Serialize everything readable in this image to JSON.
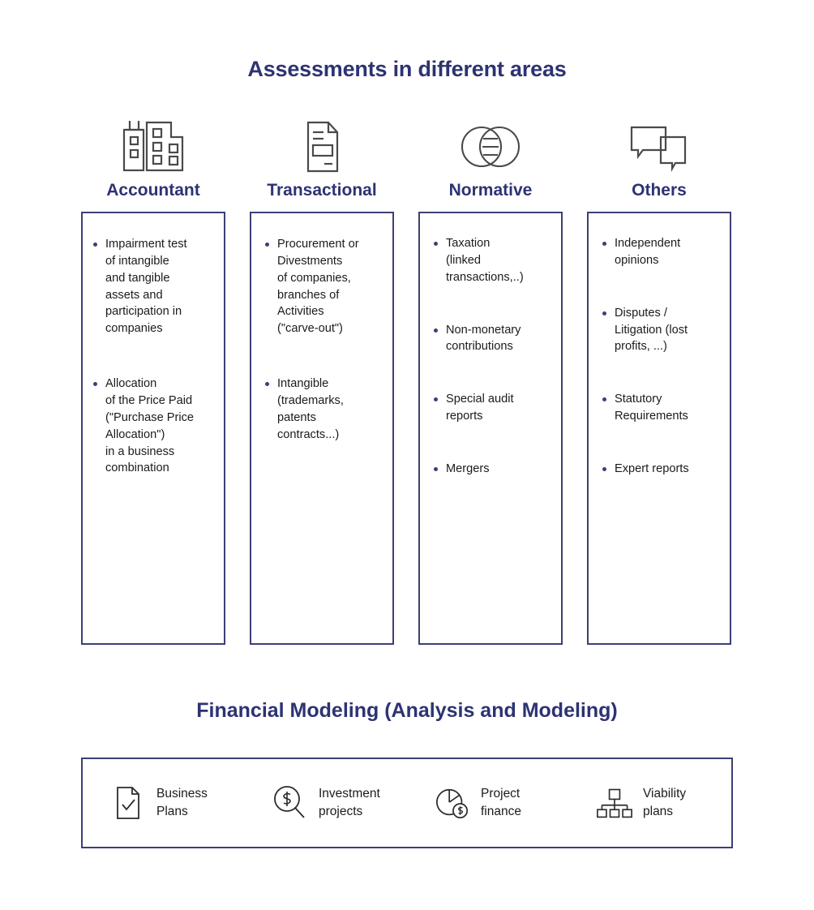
{
  "header": {
    "title": "Assessments in different areas"
  },
  "colors": {
    "accent_navy": "#2d3372",
    "border_navy": "#3c3f76",
    "icon_gray": "#4a4a4a",
    "text_dark": "#1b1b1b",
    "background": "#ffffff"
  },
  "columns": [
    {
      "id": "accountant",
      "title": "Accountant",
      "icon": "office-buildings-icon",
      "bullets": [
        "Impairment test\nof intangible\nand tangible\nassets and\nparticipation in\ncompanies",
        "Allocation\nof the Price Paid\n(\"Purchase Price\nAllocation\")\nin a business\ncombination"
      ]
    },
    {
      "id": "transactional",
      "title": "Transactional",
      "icon": "document-icon",
      "bullets": [
        "Procurement or\nDivestments\nof companies,\nbranches of\nActivities\n(\"carve-out\")",
        "Intangible\n(trademarks,\npatents\ncontracts...)"
      ]
    },
    {
      "id": "normative",
      "title": "Normative",
      "icon": "venn-diagram-icon",
      "bullets": [
        "Taxation\n(linked\ntransactions,..)",
        "Non-monetary\ncontributions",
        "Special audit\nreports",
        "Mergers"
      ]
    },
    {
      "id": "others",
      "title": "Others",
      "icon": "speech-bubbles-icon",
      "bullets": [
        "Independent\nopinions",
        "Disputes /\nLitigation (lost\nprofits, ...)",
        "Statutory\nRequirements",
        "Expert reports"
      ]
    }
  ],
  "bottom_section": {
    "title": "Financial Modeling (Analysis and Modeling)",
    "items": [
      {
        "id": "business-plans",
        "icon": "document-check-icon",
        "label": "Business\nPlans"
      },
      {
        "id": "investment-projects",
        "icon": "magnifier-dollar-icon",
        "label": "Investment\nprojects"
      },
      {
        "id": "project-finance",
        "icon": "pie-chart-dollar-icon",
        "label": "Project\nfinance"
      },
      {
        "id": "viability-plans",
        "icon": "org-chart-icon",
        "label": "Viability\nplans"
      }
    ]
  }
}
